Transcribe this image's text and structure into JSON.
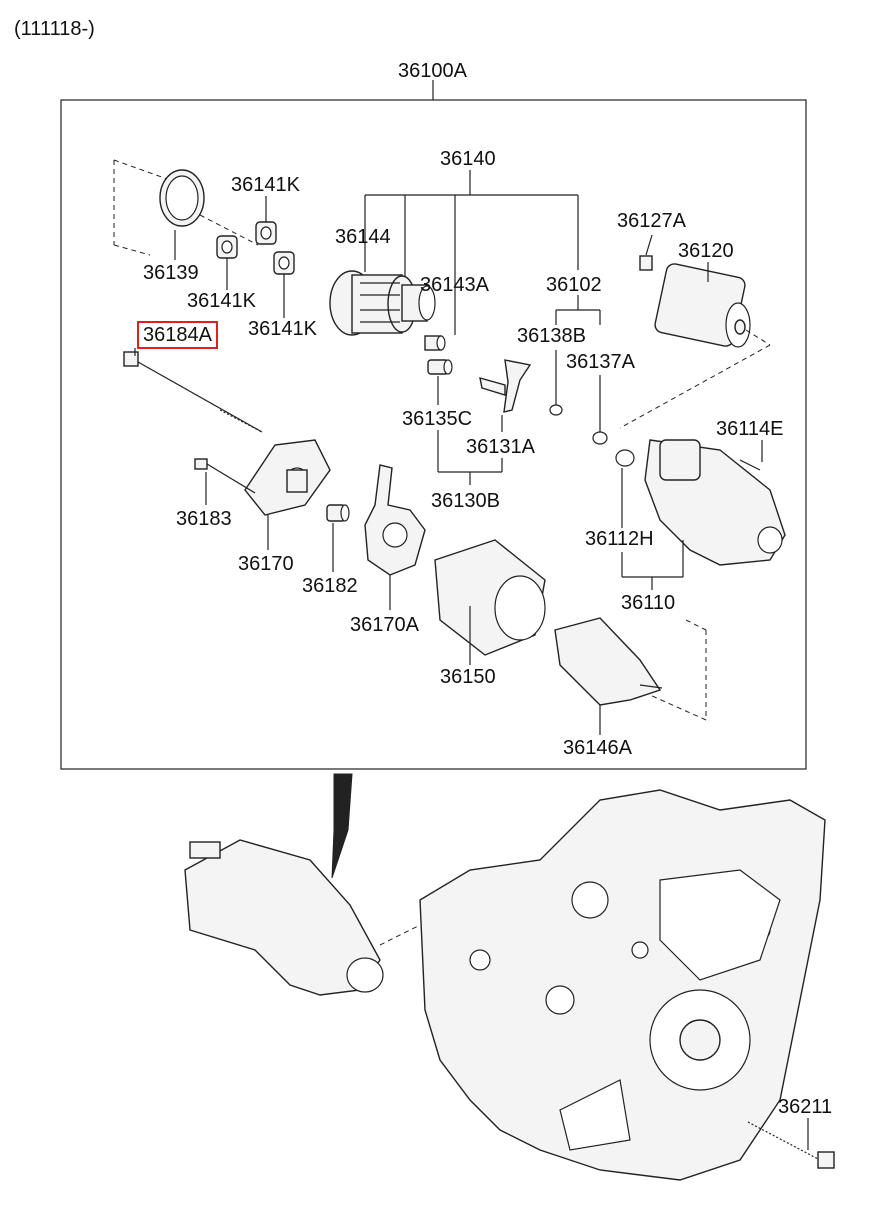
{
  "diagram": {
    "date_code": "(111118-)",
    "assembly_label": "36100A",
    "labels": {
      "l36140": "36140",
      "l36141K_a": "36141K",
      "l36141K_b": "36141K",
      "l36141K_c": "36141K",
      "l36144": "36144",
      "l36139": "36139",
      "l36143A": "36143A",
      "l36102": "36102",
      "l36127A": "36127A",
      "l36120": "36120",
      "l36184A": "36184A",
      "l36138B": "36138B",
      "l36137A": "36137A",
      "l36135C": "36135C",
      "l36131A": "36131A",
      "l36114E": "36114E",
      "l36130B": "36130B",
      "l36183": "36183",
      "l36112H": "36112H",
      "l36170": "36170",
      "l36182": "36182",
      "l36110": "36110",
      "l36170A": "36170A",
      "l36150": "36150",
      "l36146A": "36146A",
      "l36211": "36211"
    },
    "highlighted_part": "36184A",
    "highlight_color": "#e0201c"
  }
}
